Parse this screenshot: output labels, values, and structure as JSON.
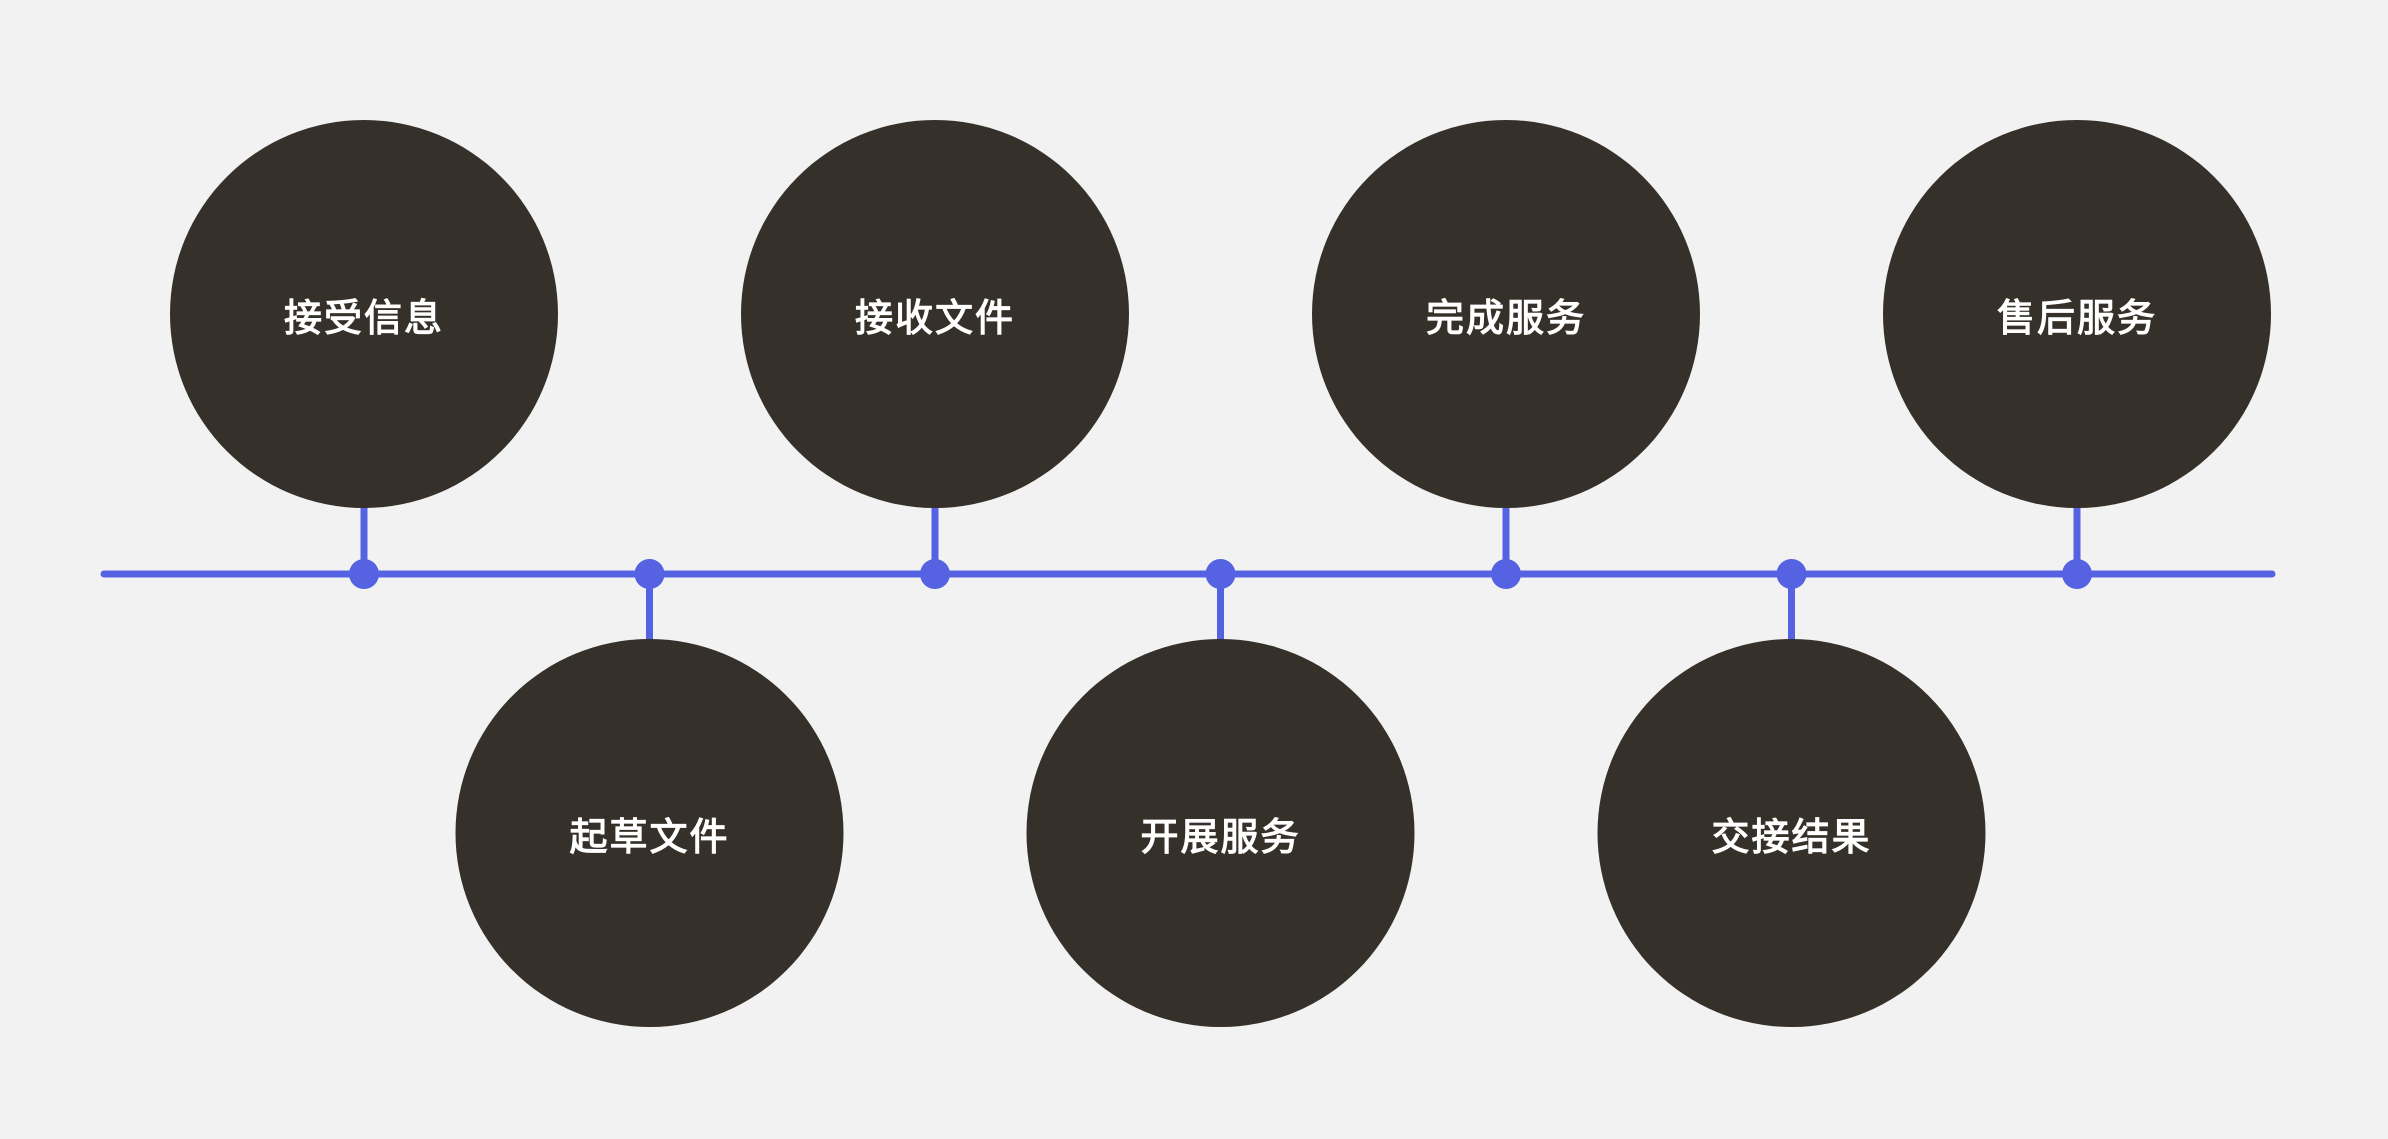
{
  "colors": {
    "background": "#f2f2f2",
    "timeline": "#5563e3",
    "circle": "#35312a",
    "text": "#ffffff"
  },
  "steps": [
    {
      "label": "接受信息",
      "position": "top"
    },
    {
      "label": "起草文件",
      "position": "bottom"
    },
    {
      "label": "接收文件",
      "position": "top"
    },
    {
      "label": "开展服务",
      "position": "bottom"
    },
    {
      "label": "完成服务",
      "position": "top"
    },
    {
      "label": "交接结果",
      "position": "bottom"
    },
    {
      "label": "售后服务",
      "position": "top"
    }
  ]
}
